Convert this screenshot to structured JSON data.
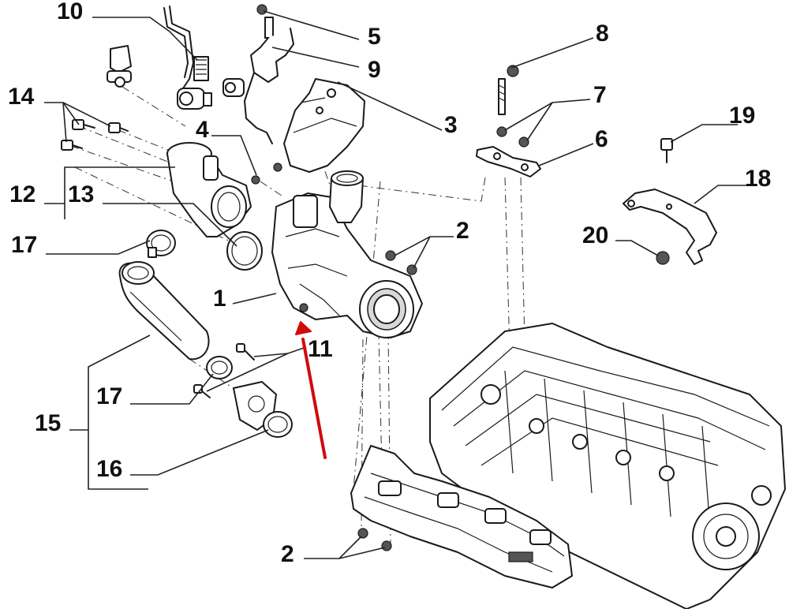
{
  "callouts": [
    {
      "id": "10",
      "label": "10"
    },
    {
      "id": "5",
      "label": "5"
    },
    {
      "id": "9",
      "label": "9"
    },
    {
      "id": "8",
      "label": "8"
    },
    {
      "id": "7",
      "label": "7"
    },
    {
      "id": "14",
      "label": "14"
    },
    {
      "id": "4",
      "label": "4"
    },
    {
      "id": "3",
      "label": "3"
    },
    {
      "id": "6",
      "label": "6"
    },
    {
      "id": "19",
      "label": "19"
    },
    {
      "id": "12",
      "label": "12"
    },
    {
      "id": "13",
      "label": "13"
    },
    {
      "id": "18",
      "label": "18"
    },
    {
      "id": "2a",
      "label": "2"
    },
    {
      "id": "17a",
      "label": "17"
    },
    {
      "id": "20",
      "label": "20"
    },
    {
      "id": "1",
      "label": "1"
    },
    {
      "id": "11",
      "label": "11"
    },
    {
      "id": "17b",
      "label": "17"
    },
    {
      "id": "15",
      "label": "15"
    },
    {
      "id": "16",
      "label": "16"
    },
    {
      "id": "2b",
      "label": "2"
    }
  ],
  "colors": {
    "line": "#1a1a1a",
    "background": "#ffffff",
    "arrow": "#d10a0a"
  }
}
